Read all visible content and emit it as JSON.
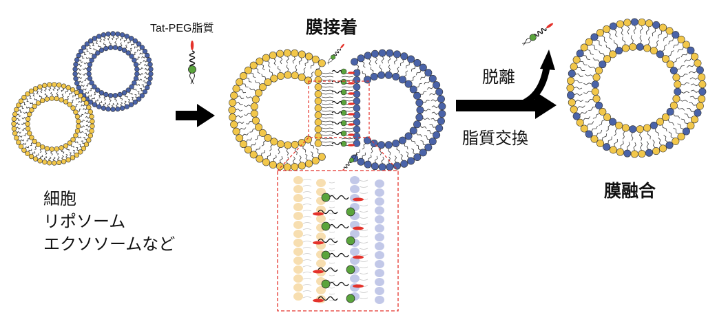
{
  "labels": {
    "tat_peg_lipid": "Tat-PEG脂質",
    "membrane_adhesion": "膜接着",
    "detachment": "脱離",
    "lipid_exchange": "脂質交換",
    "membrane_fusion": "膜融合",
    "source_list": [
      "細胞",
      "リポソーム",
      "エクソソームなど"
    ]
  },
  "colors": {
    "yellow_lipid": "#f2c74a",
    "blue_lipid": "#4a63a8",
    "peg_anchor_green": "#5aa43c",
    "tat_peptide_red": "#e4322b",
    "arrow": "#000000",
    "zoom_box": "#e4322b",
    "faint_yellow": "#f7deb0",
    "faint_blue": "#c2c8e8"
  },
  "icons": [
    "vesicle-yellow",
    "vesicle-blue",
    "tat-peg-lipid-icon",
    "fused-vesicle",
    "zoom-inset"
  ]
}
